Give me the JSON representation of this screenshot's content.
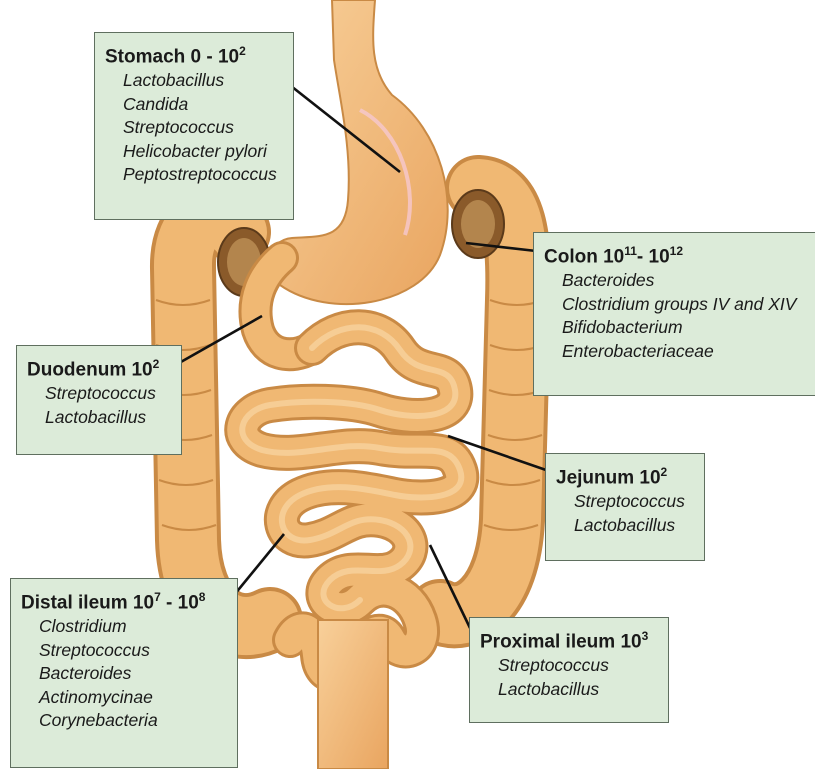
{
  "regions": {
    "stomach": {
      "name": "Stomach 0 - 10",
      "exp": "2",
      "tail": "",
      "tail_exp": "",
      "organisms": [
        "Lactobacillus",
        "Candida",
        "Streptococcus",
        "Helicobacter pylori",
        "Peptostreptococcus"
      ]
    },
    "colon": {
      "name": "Colon 10",
      "exp": "11",
      "tail": "- 10",
      "tail_exp": "12",
      "organisms": [
        "Bacteroides",
        "Clostridium groups IV and XIV",
        "Bifidobacterium",
        "Enterobacteriaceae"
      ]
    },
    "duodenum": {
      "name": "Duodenum 10",
      "exp": "2",
      "tail": "",
      "tail_exp": "",
      "organisms": [
        "Streptococcus",
        "Lactobacillus"
      ]
    },
    "jejunum": {
      "name": "Jejunum 10",
      "exp": "2",
      "tail": "",
      "tail_exp": "",
      "organisms": [
        "Streptococcus",
        "Lactobacillus"
      ]
    },
    "distal_ileum": {
      "name": "Distal ileum 10",
      "exp": "7",
      "tail": " - 10",
      "tail_exp": "8",
      "organisms": [
        "Clostridium",
        "Streptococcus",
        "Bacteroides",
        "Actinomycinae",
        "Corynebacteria"
      ]
    },
    "proximal_ileum": {
      "name": "Proximal ileum 10",
      "exp": "3",
      "tail": "",
      "tail_exp": "",
      "organisms": [
        "Streptococcus",
        "Lactobacillus"
      ]
    }
  },
  "colors": {
    "box_fill": "#dcebd9",
    "box_border": "#5f6f5f",
    "tissue": "#f0b873",
    "tissue_dark": "#c98a45",
    "tissue_light": "#f8d5a4",
    "leader": "#111111"
  }
}
